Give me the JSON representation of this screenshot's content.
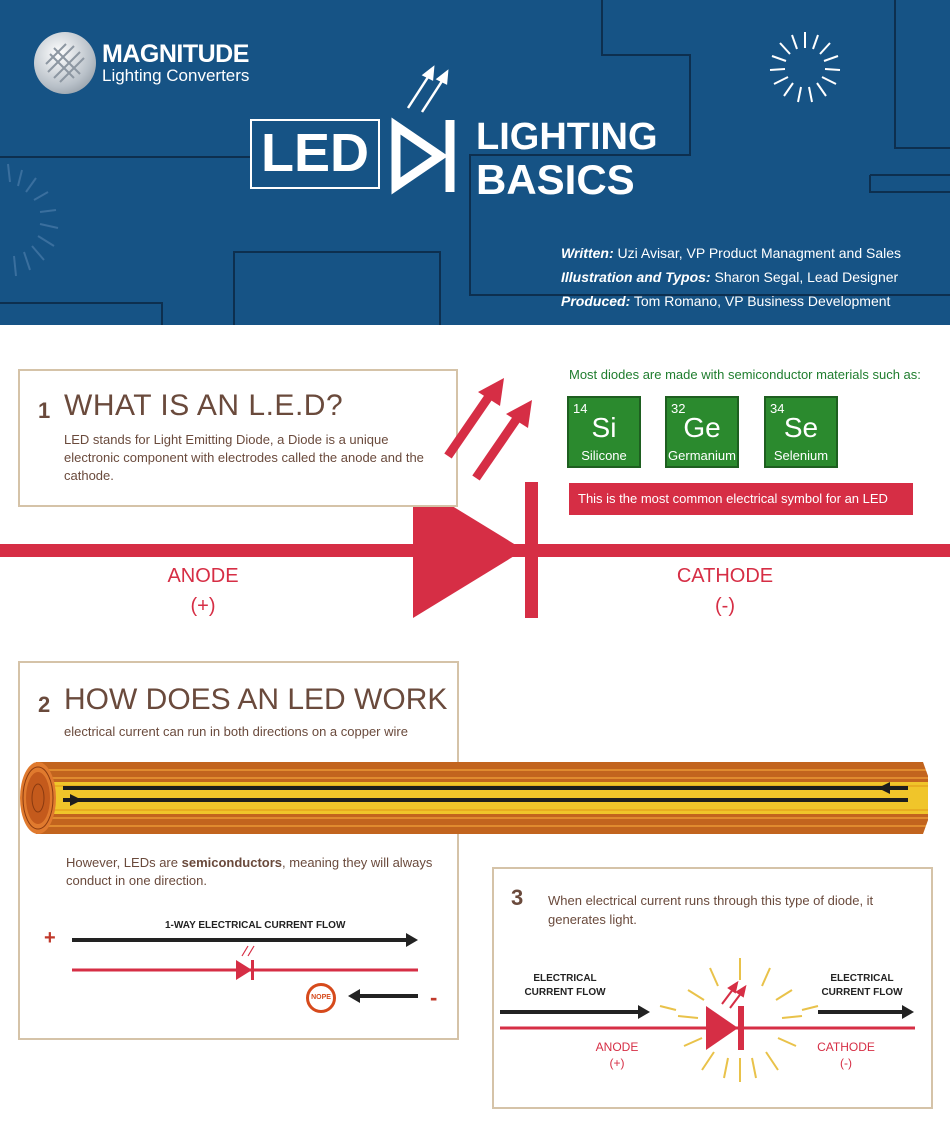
{
  "colors": {
    "header_bg": "#165385",
    "accent_red": "#d62e45",
    "heading_brown": "#6a4a3c",
    "element_green": "#2b8a2e",
    "box_border": "#d5c3a8"
  },
  "header": {
    "brand_name": "MAGNITUDE",
    "brand_tagline": "Lighting Converters",
    "title_led": "LED",
    "title_line1": "LIGHTING",
    "title_line2": "BASICS",
    "credits": [
      {
        "role": "Written:",
        "text": " Uzi Avisar, VP Product Managment and Sales"
      },
      {
        "role": "Illustration and Typos:",
        "text": " Sharon Segal, Lead Designer"
      },
      {
        "role": "Produced:",
        "text": " Tom Romano, VP Business Development"
      }
    ]
  },
  "section1": {
    "number": "1",
    "heading": "WHAT IS AN L.E.D?",
    "body": "LED stands for Light Emitting Diode, a Diode is a unique electronic component with electrodes called the anode and the cathode.",
    "materials_intro": "Most diodes are made with semiconductor materials such as:",
    "elements": [
      {
        "number": "14",
        "symbol": "Si",
        "name": "Silicone"
      },
      {
        "number": "32",
        "symbol": "Ge",
        "name": "Germanium"
      },
      {
        "number": "34",
        "symbol": "Se",
        "name": "Selenium"
      }
    ],
    "symbol_note": "This is the most common electrical symbol for an LED",
    "anode_label": "ANODE",
    "anode_sign": "(+)",
    "cathode_label": "CATHODE",
    "cathode_sign": "(-)"
  },
  "section2": {
    "number": "2",
    "heading": "HOW DOES AN LED WORK",
    "wire_caption": "electrical current can run in both directions on a copper wire",
    "semi_prefix": "However, LEDs are ",
    "semi_bold": "semiconductors",
    "semi_suffix": ", meaning they will always conduct in one direction.",
    "flow_title": "1-WAY ELECTRICAL CURRENT FLOW",
    "plus_sign": "+",
    "minus_sign": "-",
    "nope_label": "NOPE"
  },
  "section3": {
    "number": "3",
    "text": "When electrical current runs through this type of diode, it generates light.",
    "left_flow_line1": "ELECTRICAL",
    "left_flow_line2": "CURRENT FLOW",
    "right_flow_line1": "ELECTRICAL",
    "right_flow_line2": "CURRENT FLOW",
    "anode_label": "ANODE",
    "anode_sign": "(+)",
    "cathode_label": "CATHODE",
    "cathode_sign": "(-)"
  }
}
